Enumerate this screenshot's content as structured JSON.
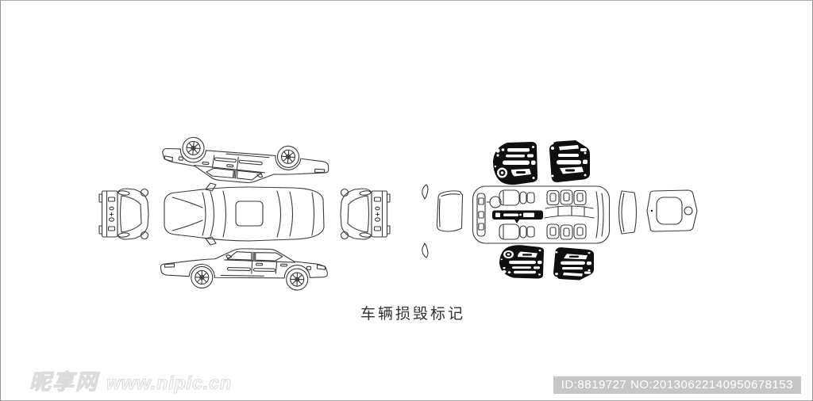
{
  "title": "车辆损毁标记",
  "caption": {
    "text": "车辆损毁标记"
  },
  "watermark": {
    "site_name": "昵享网",
    "site_url": "www.nipic.cn",
    "id_text": "ID:8819727 NO:20130622140950678153"
  },
  "colors": {
    "background": "#ffffff",
    "line_art": "#3a3a3a",
    "panel_fill": "#0f0f0f",
    "badge_background": "#c6c6c6",
    "badge_text": "#ffffff",
    "caption_text": "#323232",
    "frame_border": "#a9a9a9"
  },
  "diagram": {
    "views": [
      {
        "name": "car-side-view-inverted"
      },
      {
        "name": "car-front-view"
      },
      {
        "name": "car-top-view"
      },
      {
        "name": "car-rear-view"
      },
      {
        "name": "car-side-view"
      },
      {
        "name": "front-door-trim-panel-upper"
      },
      {
        "name": "rear-door-trim-panel-upper"
      },
      {
        "name": "mirror-cap-upper"
      },
      {
        "name": "mirror-cap-lower"
      },
      {
        "name": "hood-panel"
      },
      {
        "name": "cabin-interior-plan"
      },
      {
        "name": "rear-window-panel"
      },
      {
        "name": "trunk-lid-panel"
      },
      {
        "name": "front-door-trim-panel-lower"
      },
      {
        "name": "rear-door-trim-panel-lower"
      }
    ]
  }
}
